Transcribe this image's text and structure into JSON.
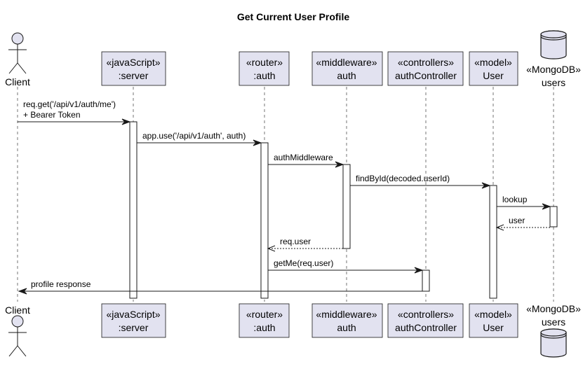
{
  "title": "Get Current User Profile",
  "colors": {
    "participant_fill": "#E2E2F0",
    "participant_stroke": "#181818",
    "lifeline": "#181818",
    "activation_fill": "#FFFFFF",
    "arrow": "#181818"
  },
  "participants": [
    {
      "id": "client",
      "kind": "actor",
      "icon": "actor-stick-figure-icon",
      "lines": [
        "Client"
      ]
    },
    {
      "id": "server",
      "kind": "box",
      "lines": [
        "«javaScript»",
        ":server"
      ]
    },
    {
      "id": "router",
      "kind": "box",
      "lines": [
        "«router»",
        ":auth"
      ]
    },
    {
      "id": "middleware",
      "kind": "box",
      "lines": [
        "«middleware»",
        "auth"
      ]
    },
    {
      "id": "controllers",
      "kind": "box",
      "lines": [
        "«controllers»",
        "authController"
      ]
    },
    {
      "id": "model",
      "kind": "box",
      "lines": [
        "«model»",
        "User"
      ]
    },
    {
      "id": "users",
      "kind": "database",
      "icon": "database-cylinder-icon",
      "lines": [
        "«MongoDB»",
        "users"
      ]
    }
  ],
  "messages": [
    {
      "from": "client",
      "to": "server",
      "type": "sync",
      "lines": [
        "req.get('/api/v1/auth/me')",
        "+ Bearer Token"
      ]
    },
    {
      "from": "server",
      "to": "router",
      "type": "sync",
      "lines": [
        "app.use('/api/v1/auth', auth)"
      ]
    },
    {
      "from": "router",
      "to": "middleware",
      "type": "sync",
      "lines": [
        "authMiddleware"
      ]
    },
    {
      "from": "middleware",
      "to": "model",
      "type": "sync",
      "lines": [
        "findById(decoded.userId)"
      ]
    },
    {
      "from": "model",
      "to": "users",
      "type": "sync",
      "lines": [
        "lookup"
      ]
    },
    {
      "from": "users",
      "to": "model",
      "type": "return",
      "lines": [
        "user"
      ]
    },
    {
      "from": "middleware",
      "to": "router",
      "type": "return",
      "lines": [
        "req.user"
      ]
    },
    {
      "from": "router",
      "to": "controllers",
      "type": "sync",
      "lines": [
        "getMe(req.user)"
      ]
    },
    {
      "from": "controllers",
      "to": "client",
      "type": "sync",
      "lines": [
        "profile response"
      ]
    }
  ]
}
